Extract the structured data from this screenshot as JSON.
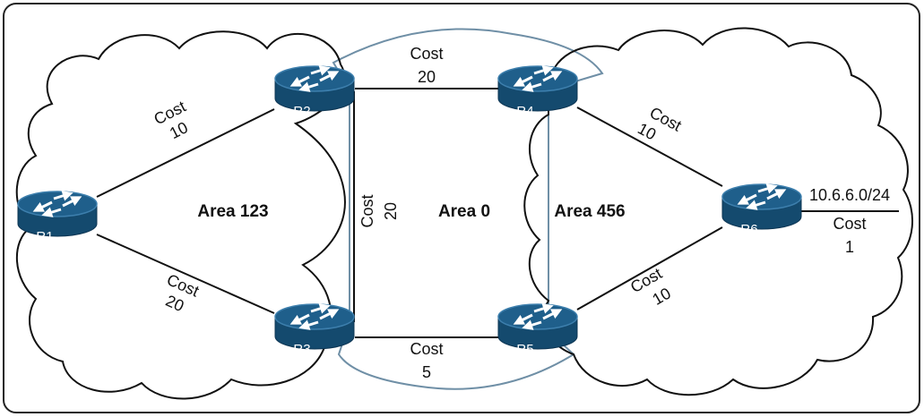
{
  "areas": [
    {
      "id": "area123",
      "label": "Area 123"
    },
    {
      "id": "area0",
      "label": "Area 0"
    },
    {
      "id": "area456",
      "label": "Area 456"
    }
  ],
  "routers": [
    {
      "id": "R1",
      "label": "R1"
    },
    {
      "id": "R2",
      "label": "R2"
    },
    {
      "id": "R3",
      "label": "R3"
    },
    {
      "id": "R4",
      "label": "R4"
    },
    {
      "id": "R5",
      "label": "R5"
    },
    {
      "id": "R6",
      "label": "R6"
    }
  ],
  "links": [
    {
      "from": "R1",
      "to": "R2",
      "cost_word": "Cost",
      "cost_value": "10"
    },
    {
      "from": "R1",
      "to": "R3",
      "cost_word": "Cost",
      "cost_value": "20"
    },
    {
      "from": "R2",
      "to": "R4",
      "cost_word": "Cost",
      "cost_value": "20"
    },
    {
      "from": "R2",
      "to": "R3",
      "cost_word": "Cost",
      "cost_value": "20"
    },
    {
      "from": "R3",
      "to": "R5",
      "cost_word": "Cost",
      "cost_value": "5"
    },
    {
      "from": "R4",
      "to": "R6",
      "cost_word": "Cost",
      "cost_value": "10"
    },
    {
      "from": "R5",
      "to": "R6",
      "cost_word": "Cost",
      "cost_value": "10"
    }
  ],
  "stub_network": {
    "prefix": "10.6.6.0/24",
    "cost_word": "Cost",
    "cost_value": "1"
  },
  "colors": {
    "router_body": "#1f5f8b",
    "router_dark": "#144a6e",
    "router_top": "#3d7fad",
    "cloud_outline": "#111111",
    "area0_outline": "#6f8fa6",
    "link": "#111111"
  }
}
